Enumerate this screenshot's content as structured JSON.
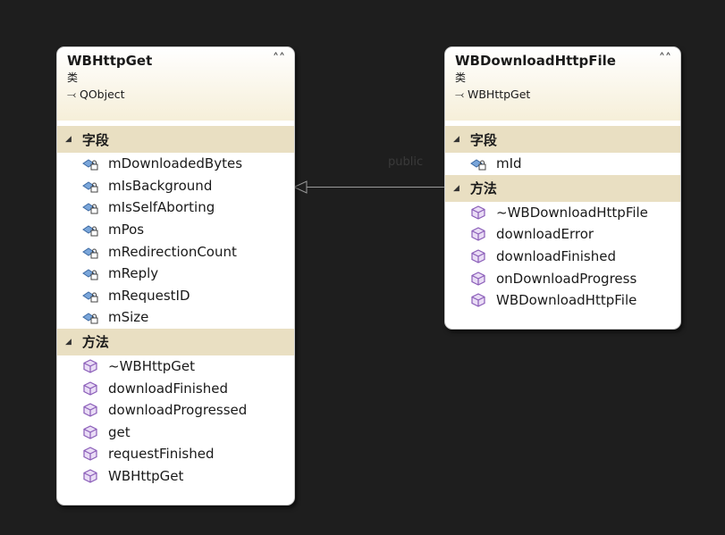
{
  "classes": [
    {
      "name": "WBHttpGet",
      "kind": "类",
      "base": "QObject",
      "fields_section": "字段",
      "fields": [
        "mDownloadedBytes",
        "mIsBackground",
        "mIsSelfAborting",
        "mPos",
        "mRedirectionCount",
        "mReply",
        "mRequestID",
        "mSize"
      ],
      "methods_section": "方法",
      "methods": [
        "~WBHttpGet",
        "downloadFinished",
        "downloadProgressed",
        "get",
        "requestFinished",
        "WBHttpGet"
      ]
    },
    {
      "name": "WBDownloadHttpFile",
      "kind": "类",
      "base": "WBHttpGet",
      "fields_section": "字段",
      "fields": [
        "mId"
      ],
      "methods_section": "方法",
      "methods": [
        "~WBDownloadHttpFile",
        "downloadError",
        "downloadFinished",
        "onDownloadProgress",
        "WBDownloadHttpFile"
      ]
    }
  ],
  "connector": {
    "label": "public"
  },
  "colors": {
    "background": "#1e1e1e",
    "section": "#e9dfc2",
    "field_icon": "#4a7ab8",
    "method_icon": "#9b6fc7"
  }
}
